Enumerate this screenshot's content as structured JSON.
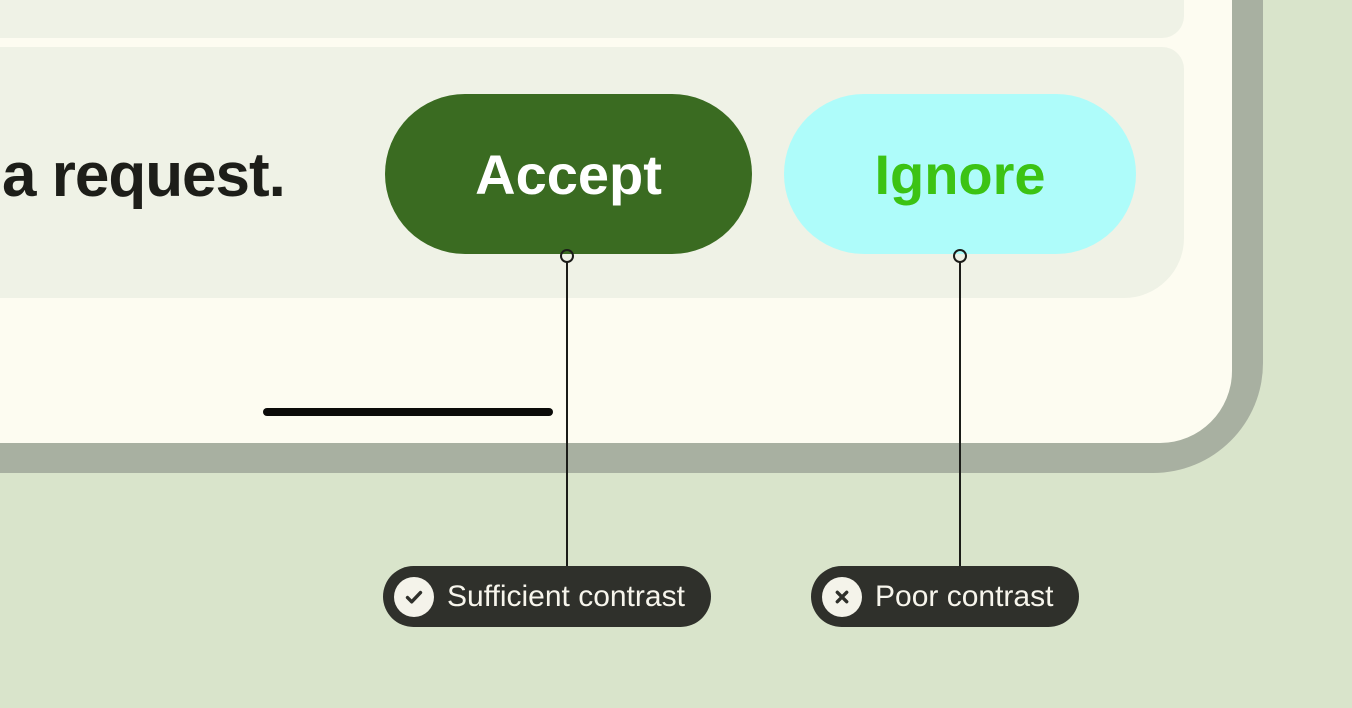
{
  "figure": {
    "notification": {
      "message_fragment": "a request.",
      "actions": [
        {
          "label": "Accept",
          "contrast": "sufficient"
        },
        {
          "label": "Ignore",
          "contrast": "poor"
        }
      ]
    },
    "callouts": [
      {
        "label": "Sufficient contrast",
        "icon": "check-circle-icon"
      },
      {
        "label": "Poor contrast",
        "icon": "x-circle-icon"
      }
    ]
  },
  "colors": {
    "page_bg": "#d9e4cb",
    "frame": "#a8b0a1",
    "screen_bg": "#fdfcf1",
    "card_bg": "#eff2e6",
    "accept_bg": "#3a6b21",
    "accept_text": "#ffffff",
    "ignore_bg": "#aefcfa",
    "ignore_text": "#3cc314",
    "body_text": "#1d1e19",
    "callout_bg": "#2f302b",
    "callout_text": "#f7f5ec",
    "callout_icon_bg": "#f4f3ea",
    "connector": "#1b1c18",
    "divider_bar": "#0b0b09"
  }
}
